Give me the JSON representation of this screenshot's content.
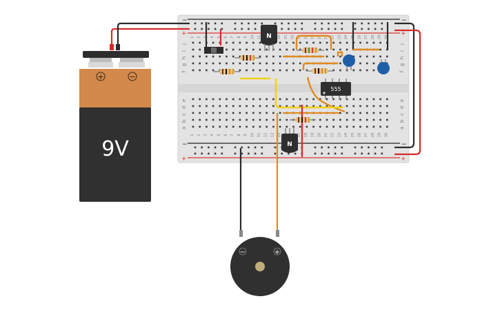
{
  "battery": {
    "label": "9V",
    "plus_symbol": "+",
    "minus_symbol": "−",
    "colors": {
      "top": "#d2894a",
      "body": "#303030",
      "cap": "#2d2d2d"
    }
  },
  "breadboard": {
    "row_letters_top": [
      "j",
      "i",
      "h",
      "g",
      "f"
    ],
    "row_letters_bottom": [
      "e",
      "d",
      "c",
      "b",
      "a"
    ],
    "column_numbers": [
      "1",
      "2",
      "3",
      "4",
      "5",
      "6",
      "7",
      "8",
      "9",
      "10",
      "11",
      "12",
      "13",
      "14",
      "15",
      "16",
      "17",
      "18",
      "19",
      "20",
      "21",
      "22",
      "23",
      "24",
      "25",
      "26",
      "27",
      "28",
      "29",
      "30"
    ],
    "rail_plus": "+",
    "rail_minus": "−",
    "colors": {
      "board": "#e3e3e3",
      "hole": "#3a3a3a",
      "rail_red": "#d33",
      "rail_black": "#222"
    }
  },
  "components": {
    "ic_label": "555",
    "transistor_top_label": "N",
    "transistor_bottom_label": "N"
  },
  "buzzer": {
    "minus_symbol": "−",
    "plus_symbol": "+"
  },
  "wire_colors": {
    "red": "#d62a2a",
    "black": "#2a2a2a",
    "orange": "#e08a1e",
    "yellow": "#f2d21b"
  },
  "cap_color": "#1f5fa8"
}
